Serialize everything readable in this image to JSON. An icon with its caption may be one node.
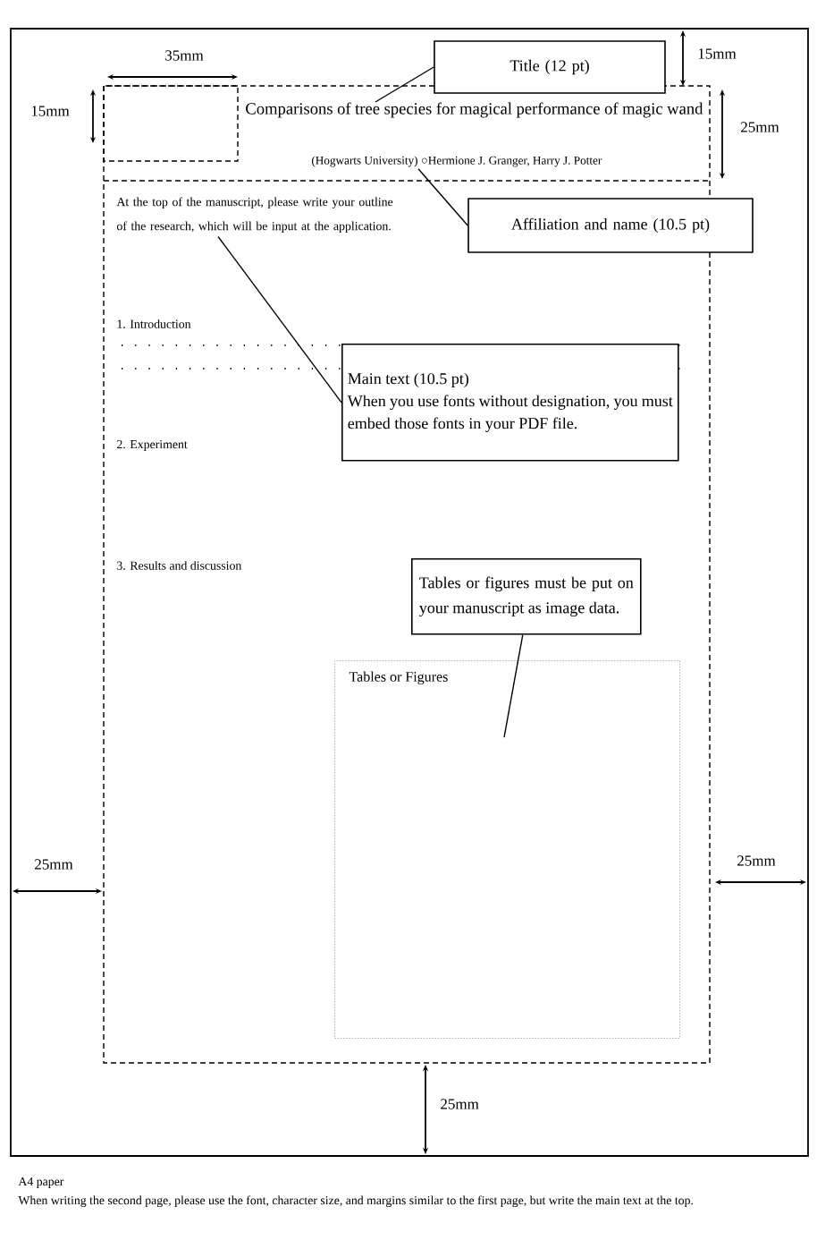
{
  "diagram": {
    "nodes": [
      {
        "text": [
          "Title (12 pt)"
        ]
      },
      {
        "text": [
          "Comparisons of tree species for magical performance of magic wand"
        ]
      },
      {
        "text": [
          "(Hogwarts University) ○Hermione J. Granger, Harry J. Potter"
        ]
      },
      {
        "text": [
          "Affiliation and name (10.5 pt)"
        ]
      },
      {
        "text": [
          "At the top of the manuscript, please write your outline of the research, which will be input at the application."
        ]
      },
      {
        "text": [
          "Main text (10.5 pt)",
          "When you use fonts without designation, you must embed those fonts in your PDF file."
        ]
      },
      {
        "text": [
          "Tables or figures must be put on your manuscript as image data."
        ]
      },
      {
        "text": [
          "Tables or Figures"
        ]
      }
    ],
    "edges": [
      {
        "from": 0,
        "to": 1,
        "arrow": "none"
      },
      {
        "from": 3,
        "to": 2,
        "arrow": "none"
      },
      {
        "from": 5,
        "to": 4,
        "arrow": "none"
      },
      {
        "from": 6,
        "to": 7,
        "arrow": "none"
      }
    ],
    "labels": [
      "35mm",
      "15mm",
      "15mm",
      "25mm",
      "1. Introduction",
      "2. Experiment",
      "3. Results and discussion",
      "25mm",
      "25mm",
      "25mm",
      "A4 paper",
      "When writing the second page, please use the font, character size, and margins similar to the first page, but write the main text at the top."
    ]
  }
}
